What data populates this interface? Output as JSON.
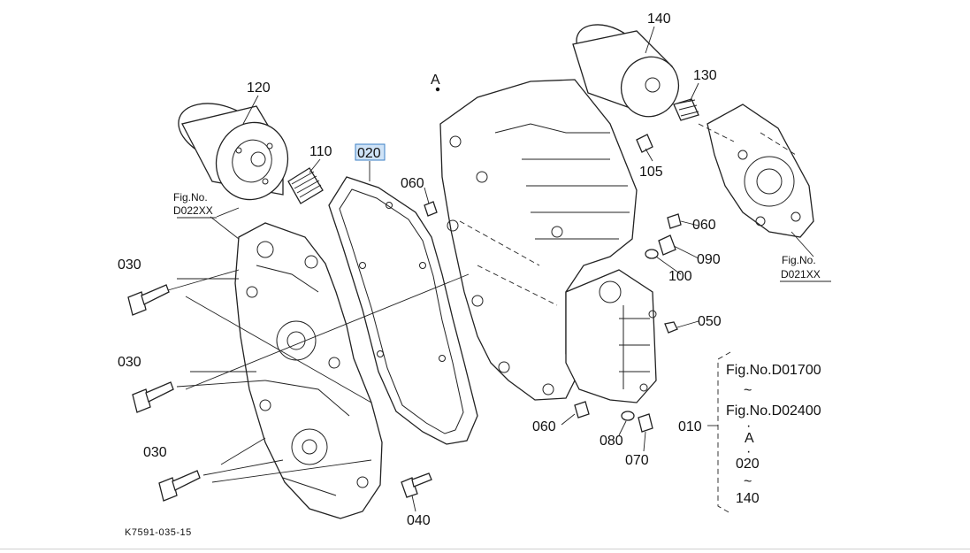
{
  "diagram": {
    "drawing_code": "K7591-035-15",
    "selected_part": "020",
    "view_marker": "A",
    "fig_refs": {
      "left_prefix": "Fig.No.",
      "left_code": "D022XX",
      "right_prefix": "Fig.No.",
      "right_code": "D021XX"
    },
    "part_labels": {
      "p120": "120",
      "p110": "110",
      "p020": "020",
      "p140": "140",
      "p130": "130",
      "p105": "105",
      "p060a": "060",
      "p060b": "060",
      "p060c": "060",
      "p090": "090",
      "p100": "100",
      "p050": "050",
      "p080": "080",
      "p070": "070",
      "p030a": "030",
      "p030b": "030",
      "p030c": "030",
      "p040": "040",
      "p010": "010"
    },
    "range_note": {
      "from": "Fig.No.D01700",
      "tilde1": "~",
      "to": "Fig.No.D02400",
      "dot1": "·",
      "marker": "A",
      "dot2": "·",
      "part_from": "020",
      "tilde2": "~",
      "part_to": "140"
    }
  }
}
